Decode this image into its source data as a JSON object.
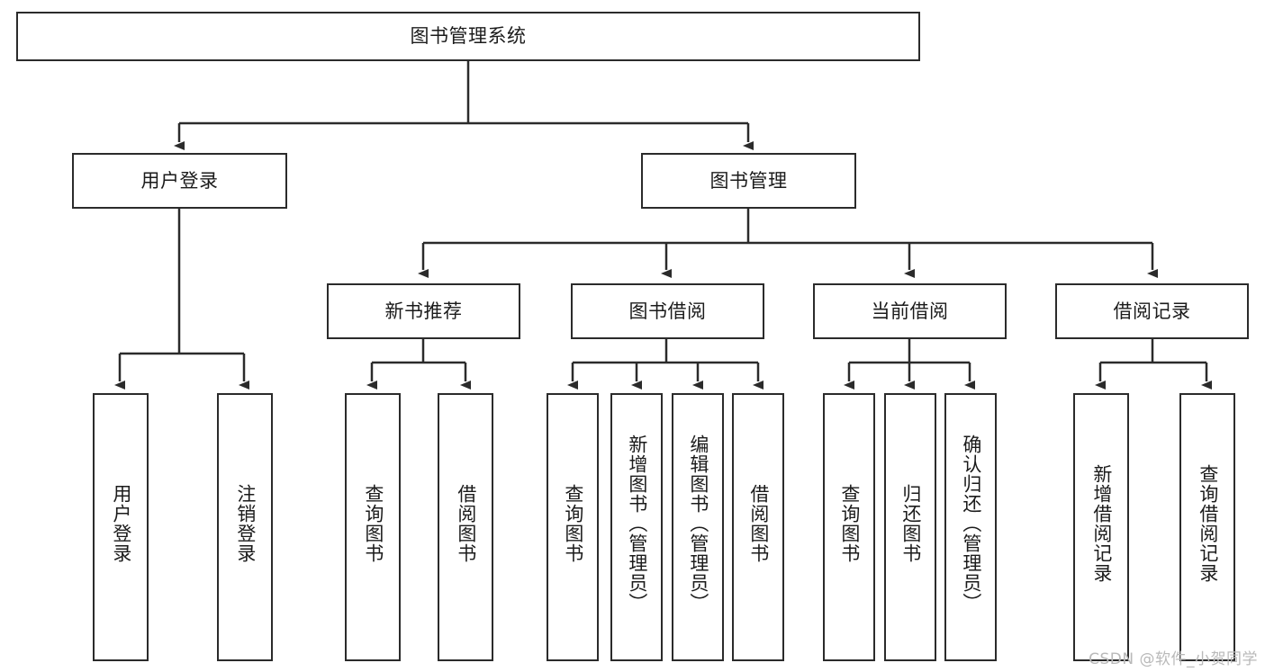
{
  "diagram": {
    "title": "图书管理系统",
    "type": "tree-hierarchy-chart",
    "stroke_color": "#2b2b2b",
    "background_color": "#ffffff",
    "text_color": "#1b1b1b",
    "root": {
      "label": "图书管理系统"
    },
    "level2": [
      {
        "label": "用户登录"
      },
      {
        "label": "图书管理"
      }
    ],
    "level3": [
      {
        "label": "新书推荐"
      },
      {
        "label": "图书借阅"
      },
      {
        "label": "当前借阅"
      },
      {
        "label": "借阅记录"
      }
    ],
    "leaves": {
      "user_login": [
        {
          "label": "用户登录"
        },
        {
          "label": "注销登录"
        }
      ],
      "new_book_recommend": [
        {
          "label": "查询图书"
        },
        {
          "label": "借阅图书"
        }
      ],
      "book_borrow": [
        {
          "label": "查询图书"
        },
        {
          "label": "新增图书（管理员）"
        },
        {
          "label": "编辑图书（管理员）"
        },
        {
          "label": "借阅图书"
        }
      ],
      "current_borrow": [
        {
          "label": "查询图书"
        },
        {
          "label": "归还图书"
        },
        {
          "label": "确认归还（管理员）"
        }
      ],
      "borrow_record": [
        {
          "label": "新增借阅记录"
        },
        {
          "label": "查询借阅记录"
        }
      ]
    },
    "watermark": "CSDN @软件_小贺同学"
  }
}
